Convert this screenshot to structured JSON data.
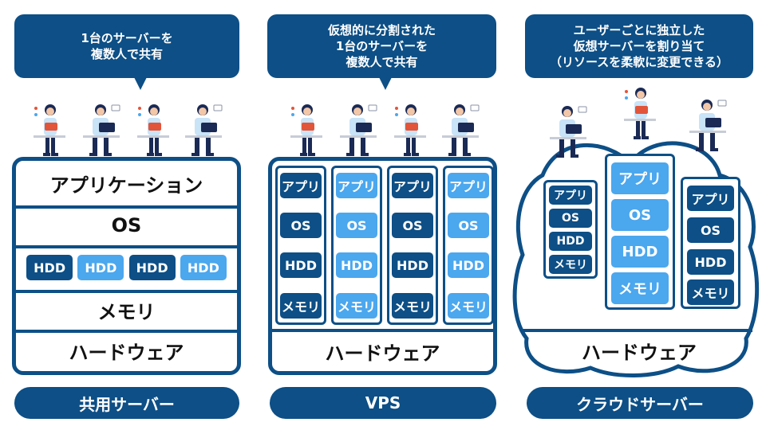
{
  "columns": [
    {
      "bubble": [
        "1台のサーバーを",
        "複数人で共有"
      ],
      "layers": {
        "app": "アプリケーション",
        "os": "OS",
        "hdd": [
          "HDD",
          "HDD",
          "HDD",
          "HDD"
        ],
        "mem": "メモリ",
        "hw": "ハードウェア"
      },
      "label": "共用サーバー"
    },
    {
      "bubble": [
        "仮想的に分割された",
        "1台のサーバーを",
        "複数人で共有"
      ],
      "vms": [
        {
          "app": "アプリ",
          "os": "OS",
          "hdd": "HDD",
          "mem": "メモリ"
        },
        {
          "app": "アプリ",
          "os": "OS",
          "hdd": "HDD",
          "mem": "メモリ"
        },
        {
          "app": "アプリ",
          "os": "OS",
          "hdd": "HDD",
          "mem": "メモリ"
        },
        {
          "app": "アプリ",
          "os": "OS",
          "hdd": "HDD",
          "mem": "メモリ"
        }
      ],
      "hw": "ハードウェア",
      "label": "VPS"
    },
    {
      "bubble": [
        "ユーザーごとに独立した",
        "仮想サーバーを割り当て",
        "（リソースを柔軟に変更できる）"
      ],
      "vms": [
        {
          "app": "アプリ",
          "os": "OS",
          "hdd": "HDD",
          "mem": "メモリ"
        },
        {
          "app": "アプリ",
          "os": "OS",
          "hdd": "HDD",
          "mem": "メモリ"
        },
        {
          "app": "アプリ",
          "os": "OS",
          "hdd": "HDD",
          "mem": "メモリ"
        }
      ],
      "hw": "ハードウェア",
      "label": "クラウドサーバー"
    }
  ],
  "colors": {
    "dark": "#0d4f86",
    "light": "#4ba7ee"
  }
}
